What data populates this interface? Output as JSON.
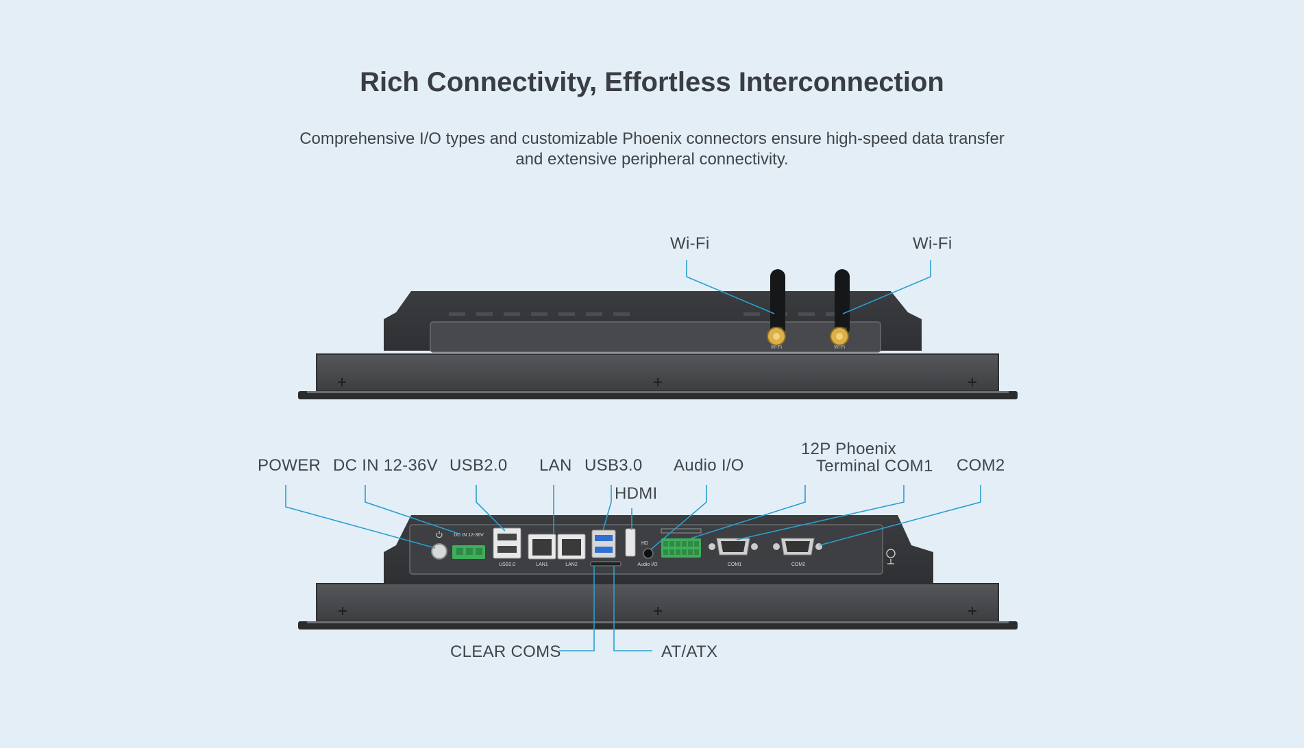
{
  "header": {
    "title": "Rich Connectivity, Effortless Interconnection",
    "subtitle_line1": "Comprehensive I/O types and customizable Phoenix connectors ensure high-speed data transfer",
    "subtitle_line2": "and extensive peripheral connectivity."
  },
  "top_view": {
    "labels": {
      "wifi_left": "Wi-Fi",
      "wifi_right": "Wi-Fi"
    },
    "antenna_silk": [
      "Wi-Fi",
      "Wi-Fi"
    ]
  },
  "bottom_view": {
    "labels": {
      "power": "POWER",
      "dc_in": "DC IN 12-36V",
      "usb2": "USB2.0",
      "lan": "LAN",
      "usb3": "USB3.0",
      "hdmi": "HDMI",
      "audio": "Audio I/O",
      "phoenix_line1": "12P Phoenix",
      "phoenix_line2": "Terminal COM1",
      "com2": "COM2",
      "clear_coms": "CLEAR COMS",
      "at_atx": "AT/ATX"
    },
    "silk": {
      "dc_in": "DC IN 12-36V",
      "usb2": "USB2.0",
      "lan1": "LAN1",
      "lan2": "LAN2",
      "hd": "HD",
      "audio": "Audio I/O",
      "com1": "COM1",
      "com2": "COM2"
    }
  },
  "colors": {
    "background": "#e3eef7",
    "callout_line": "#2a9fd0",
    "chassis": "#4a4c4f",
    "chassis_dark": "#2c2d2f",
    "phoenix_green": "#3fae5a",
    "antenna_gold": "#d9b04a"
  },
  "icons": [
    "power-icon",
    "ground-icon",
    "screw-icon"
  ]
}
